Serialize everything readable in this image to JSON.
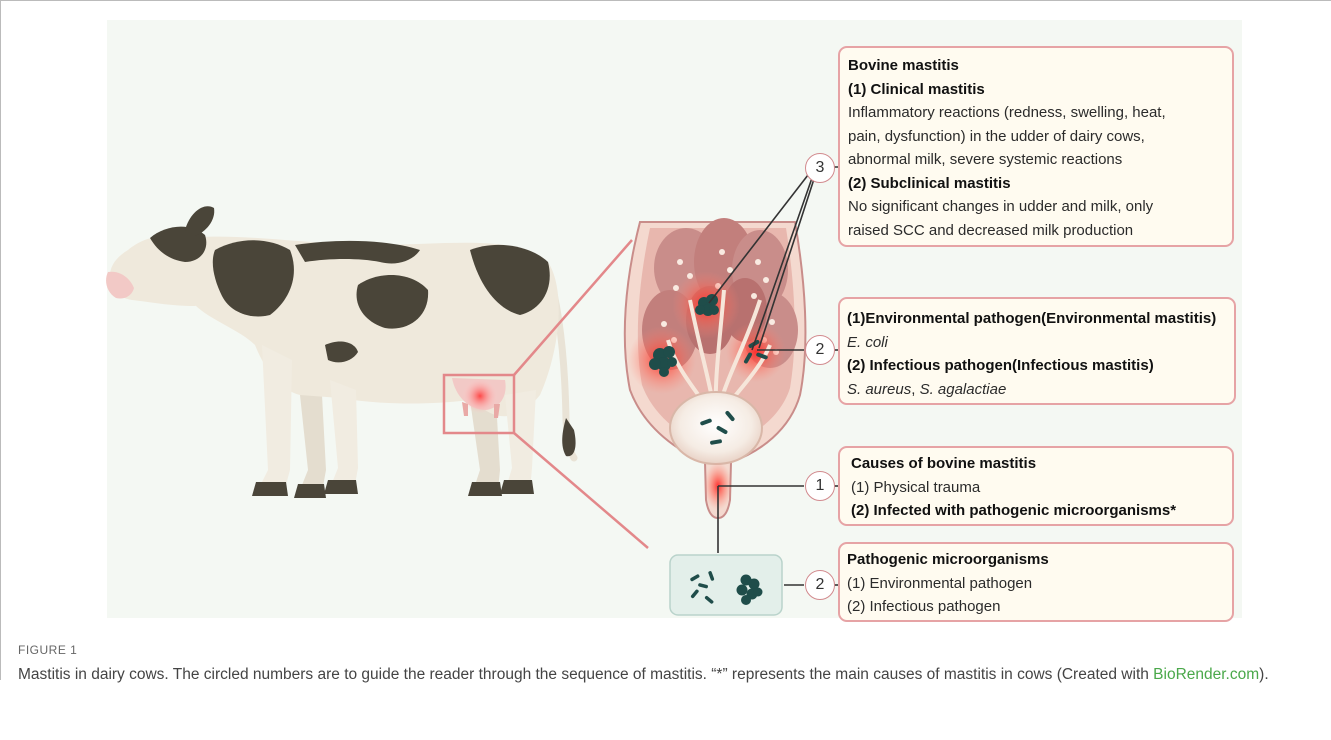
{
  "boxes": {
    "bovine": {
      "title": "Bovine mastitis",
      "clinical_heading": "(1) Clinical mastitis",
      "clinical_line1": "Inflammatory reactions (redness, swelling, heat,",
      "clinical_line2": "pain, dysfunction) in the udder of dairy cows,",
      "clinical_line3": "abnormal milk, severe systemic reactions",
      "subclinical_heading": "(2) Subclinical mastitis",
      "subclinical_line1": "No significant changes in udder and milk, only",
      "subclinical_line2": "raised SCC and decreased milk production"
    },
    "pathogens": {
      "env_heading": "(1)Environmental pathogen(Environmental mastitis)",
      "env_species": "E. coli",
      "inf_heading": "(2) Infectious pathogen(Infectious mastitis)",
      "inf_species_a": "S. aureus",
      "inf_species_sep": ", ",
      "inf_species_b": "S. agalactiae"
    },
    "causes": {
      "title": "Causes of bovine mastitis",
      "item1": "(1) Physical trauma",
      "item2": "(2) Infected with pathogenic microorganisms*"
    },
    "micro": {
      "title": "Pathogenic microorganisms",
      "item1": "(1) Environmental pathogen",
      "item2": "(2) Infectious pathogen"
    }
  },
  "markers": {
    "three": "3",
    "two_upper": "2",
    "one": "1",
    "two_lower": "2"
  },
  "caption": {
    "label": "FIGURE 1",
    "text": "Mastitis in dairy cows. The circled numbers are to guide the reader through the sequence of mastitis. “*” represents the main causes of mastitis in cows (Created with ",
    "link": "BioRender.com",
    "tail": ")."
  },
  "colors": {
    "box_border": "#e6a3a5",
    "box_fill": "#fffbf0",
    "panel_bg": "#f4f8f3",
    "udder_tissue": "#c98d8a",
    "inflammation": "#e33b3b",
    "bacteria": "#1f4d4a",
    "link": "#4aa84a"
  }
}
